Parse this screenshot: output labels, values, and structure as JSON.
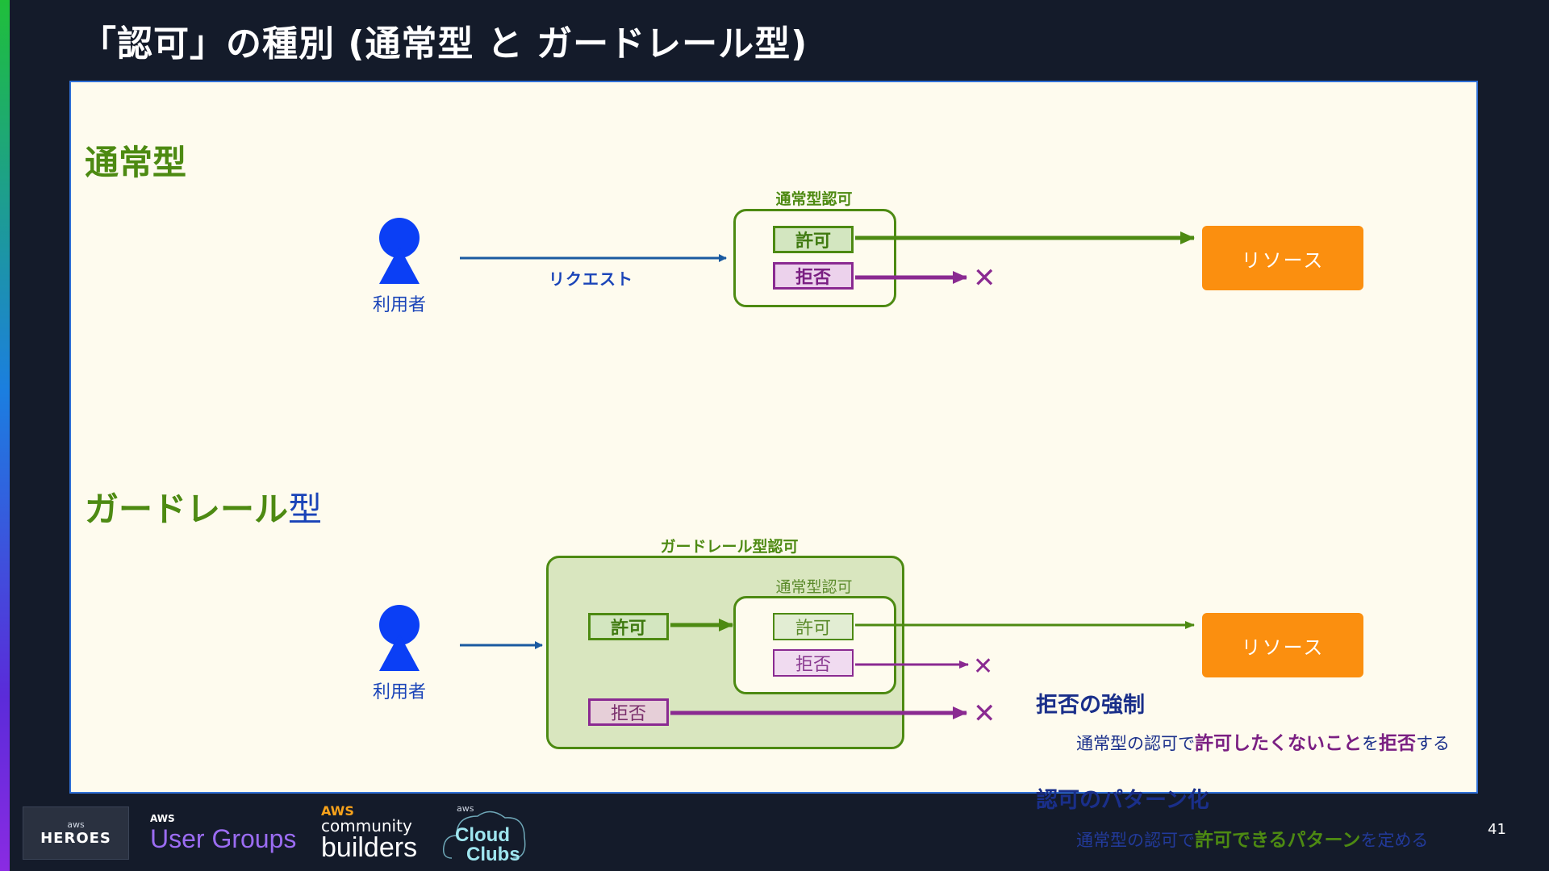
{
  "slide": {
    "title": "「認可」の種別 (通常型 と ガードレール型)",
    "page_number": "41"
  },
  "normal": {
    "heading": "通常型",
    "user_label": "利用者",
    "request_label": "リクエスト",
    "box_label": "通常型認可",
    "allow": "許可",
    "deny": "拒否",
    "resource": "リソース",
    "reject_mark": "✕"
  },
  "guardrail": {
    "heading_main": "ガードレール",
    "heading_suffix": "型",
    "user_label": "利用者",
    "outer_box_label": "ガードレール型認可",
    "inner_box_label": "通常型認可",
    "guard_allow": "許可",
    "guard_deny": "拒否",
    "inner_allow": "許可",
    "inner_deny": "拒否",
    "resource": "リソース",
    "reject_mark": "✕"
  },
  "notes": {
    "enforce_heading": "拒否の強制",
    "enforce_prefix": "通常型の認可で",
    "enforce_hl1": "許可したくないこと",
    "enforce_mid": "を",
    "enforce_hl2": "拒否",
    "enforce_suffix": "する",
    "pattern_heading": "認可のパターン化",
    "pattern_prefix": "通常型の認可で",
    "pattern_hl": "許可できるパターン",
    "pattern_suffix": "を定める"
  },
  "footer": {
    "heroes_aws": "aws",
    "heroes": "HEROES",
    "ug_aws": "AWS",
    "user_groups": "User Groups",
    "cb_aws": "AWS",
    "community": "community",
    "builders": "builders",
    "cc_aws": "aws",
    "cloud": "Cloud",
    "clubs": "Clubs"
  },
  "colors": {
    "green": "#4d8a12",
    "purple": "#8a2a91",
    "blue_arrow": "#1a5aa0",
    "resource_orange": "#fb8f0f"
  }
}
